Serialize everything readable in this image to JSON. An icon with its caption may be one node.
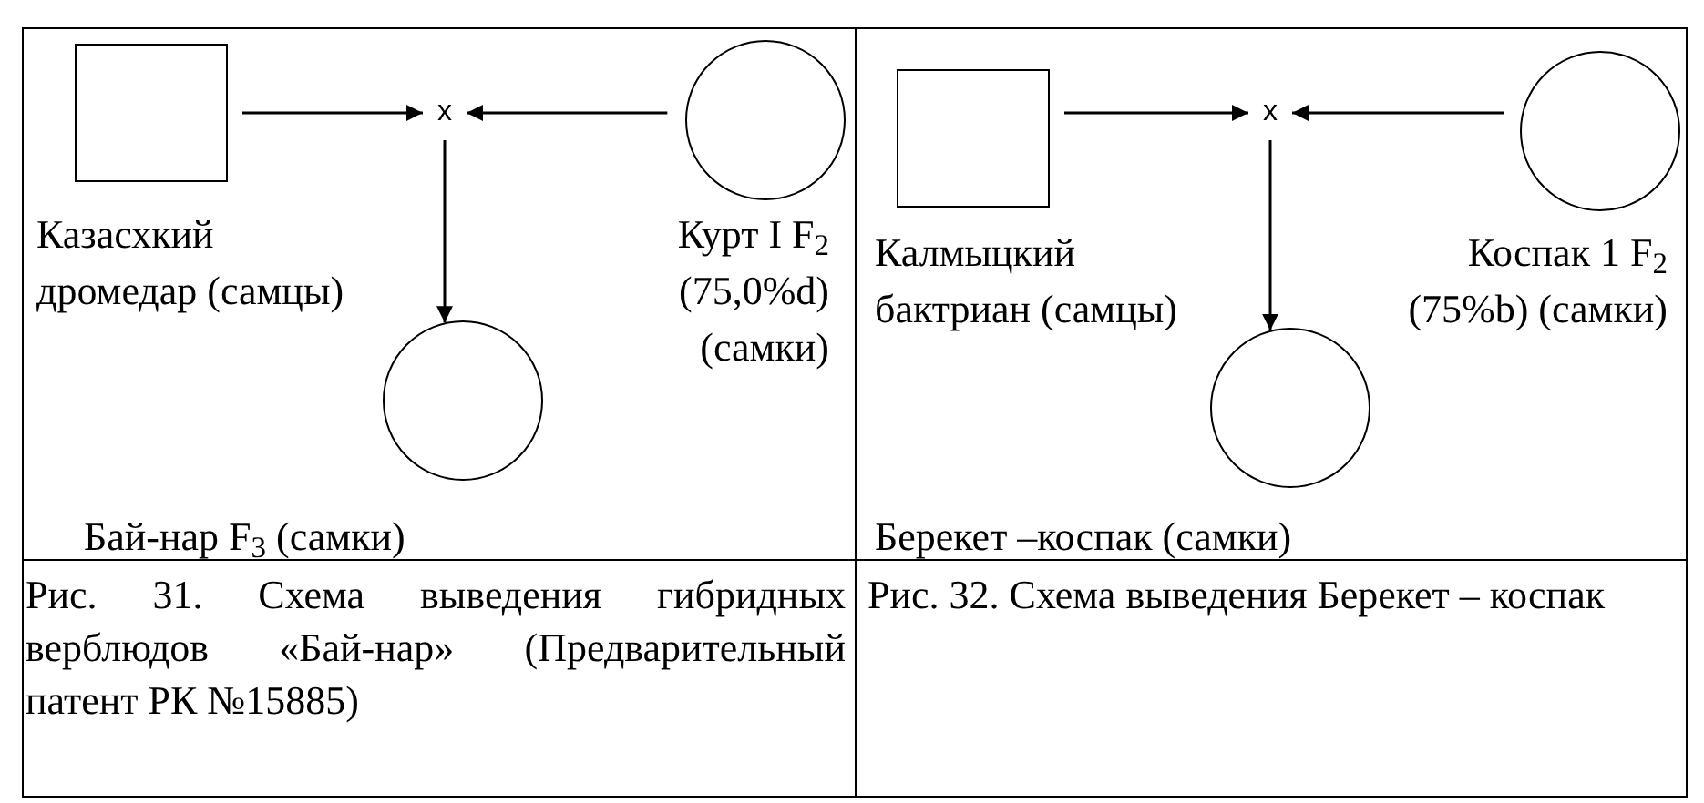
{
  "diagram": {
    "nodes": [
      {
        "text": [],
        "shape": "box",
        "beside": [
          "Казасхкий дромедар (самцы)"
        ]
      },
      {
        "text": [
          "x"
        ]
      },
      {
        "text": [],
        "shape": "circle",
        "beside": [
          "Курт I F$_{2}$ (75,0%d) (самки)"
        ]
      },
      {
        "text": [],
        "shape": "circle",
        "beside": [
          "Бай-нар F$_{3}$ (самки)"
        ]
      },
      {
        "text": [],
        "shape": "box",
        "beside": [
          "Калмыцкий бактриан (самцы)"
        ]
      },
      {
        "text": [
          "x"
        ]
      },
      {
        "text": [],
        "shape": "circle",
        "beside": [
          "Коспак 1 F$_{2}$ (75%b) (самки)"
        ]
      },
      {
        "text": [],
        "shape": "circle",
        "beside": [
          "Берекет –коспак (самки)"
        ]
      }
    ],
    "edges": [
      {
        "from": 0,
        "to": 1,
        "arrow": "to"
      },
      {
        "from": 2,
        "to": 1,
        "arrow": "to"
      },
      {
        "from": 1,
        "to": 3,
        "arrow": "to"
      },
      {
        "from": 4,
        "to": 5,
        "arrow": "to"
      },
      {
        "from": 6,
        "to": 5,
        "arrow": "to"
      },
      {
        "from": 5,
        "to": 7,
        "arrow": "to"
      }
    ],
    "labels": [
      "Рис. 31. Схема выведения гибридных верблюдов «Бай-нар» (Предварительный патент РК №15885)",
      "Рис. 32. Схема выведения Берекет – коспак"
    ]
  }
}
